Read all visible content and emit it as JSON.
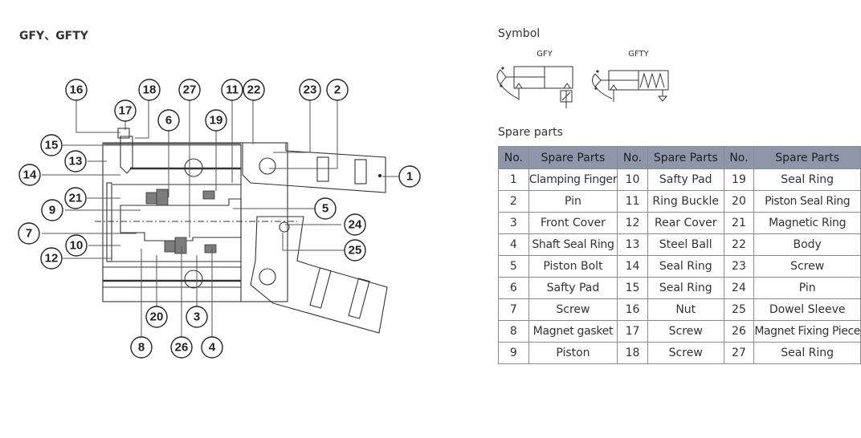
{
  "headings": {
    "model": "GFY、GFTY",
    "symbol": "Symbol",
    "spare_parts": "Spare parts"
  },
  "symbol": {
    "labels": [
      "GFY",
      "GFTY"
    ]
  },
  "diagram": {
    "callouts": [
      "1",
      "2",
      "3",
      "4",
      "5",
      "6",
      "7",
      "8",
      "9",
      "10",
      "11",
      "12",
      "13",
      "14",
      "15",
      "16",
      "17",
      "18",
      "19",
      "20",
      "21",
      "22",
      "23",
      "24",
      "25",
      "26",
      "27"
    ]
  },
  "table": {
    "headers": [
      "No.",
      "Spare Parts",
      "No.",
      "Spare Parts",
      "No.",
      "Spare Parts"
    ],
    "rows": [
      [
        {
          "no": "1",
          "name": "Clamping Finger"
        },
        {
          "no": "10",
          "name": "Safty Pad"
        },
        {
          "no": "19",
          "name": "Seal Ring"
        }
      ],
      [
        {
          "no": "2",
          "name": "Pin"
        },
        {
          "no": "11",
          "name": "Ring Buckle"
        },
        {
          "no": "20",
          "name": "Piston Seal Ring"
        }
      ],
      [
        {
          "no": "3",
          "name": "Front Cover"
        },
        {
          "no": "12",
          "name": "Rear Cover"
        },
        {
          "no": "21",
          "name": "Magnetic Ring"
        }
      ],
      [
        {
          "no": "4",
          "name": "Shaft Seal Ring"
        },
        {
          "no": "13",
          "name": "Steel Ball"
        },
        {
          "no": "22",
          "name": "Body"
        }
      ],
      [
        {
          "no": "5",
          "name": "Piston Bolt"
        },
        {
          "no": "14",
          "name": "Seal Ring"
        },
        {
          "no": "23",
          "name": "Screw"
        }
      ],
      [
        {
          "no": "6",
          "name": "Safty Pad"
        },
        {
          "no": "15",
          "name": "Seal Ring"
        },
        {
          "no": "24",
          "name": "Pin"
        }
      ],
      [
        {
          "no": "7",
          "name": "Screw"
        },
        {
          "no": "16",
          "name": "Nut"
        },
        {
          "no": "25",
          "name": "Dowel Sleeve"
        }
      ],
      [
        {
          "no": "8",
          "name": "Magnet gasket"
        },
        {
          "no": "17",
          "name": "Screw"
        },
        {
          "no": "26",
          "name": "Magnet Fixing Piece"
        }
      ],
      [
        {
          "no": "9",
          "name": "Piston"
        },
        {
          "no": "18",
          "name": "Screw"
        },
        {
          "no": "27",
          "name": "Seal Ring"
        }
      ]
    ]
  }
}
